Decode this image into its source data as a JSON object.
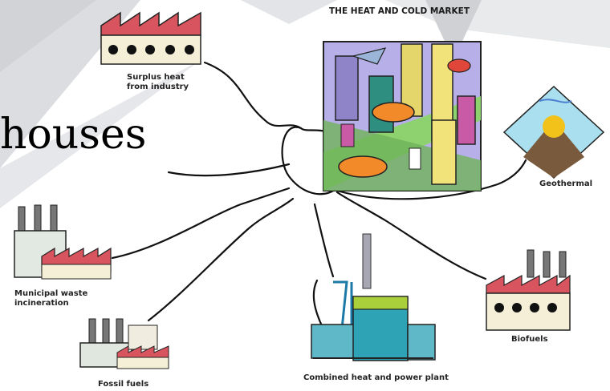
{
  "slide": {
    "partial_word": "houses"
  },
  "diagram": {
    "title": "THE HEAT AND COLD MARKET",
    "sources": {
      "surplus_heat": [
        "Surplus heat",
        "from industry"
      ],
      "geothermal": "Geothermal",
      "municipal_waste": [
        "Municipal waste",
        "incineration"
      ],
      "fossil_fuels": "Fossil fuels",
      "chp": "Combined heat and power plant",
      "biofuels": "Biofuels"
    }
  },
  "colors": {
    "factory_red": "#d8545e",
    "factory_cream": "#f4efd6",
    "city_purple": "#9a8fd0",
    "city_green": "#7fb069",
    "plant_teal": "#2ea3b5",
    "volcano_yellow": "#f2c21a",
    "background_grey": "#d9dadc"
  }
}
